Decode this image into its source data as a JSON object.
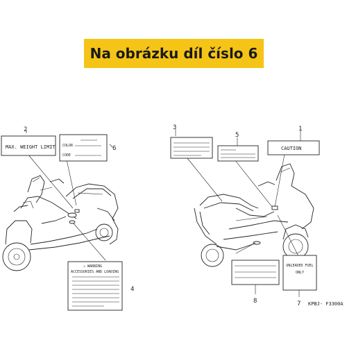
{
  "banner": {
    "title": "Na obrázku díl číslo 6"
  },
  "callouts": {
    "n1": "1",
    "n2": "2",
    "n3": "3",
    "n4": "4",
    "n5": "5",
    "n6": "6",
    "n7": "7",
    "n8": "8"
  },
  "labels": {
    "max_weight": "MAX. WEIGHT LIMIT",
    "color": "COLOR",
    "code": "CODE",
    "warning": "⚠ WARNING",
    "accessories_loading": "ACCESSORIES AND LOADING",
    "caution": "CAUTION",
    "unleaded_fuel_line1": "UNLEADED FUEL",
    "unleaded_fuel_line2": "ONLY"
  },
  "diagram_code": "KPBJ- F3300A",
  "colors": {
    "banner": "#f5c416",
    "line": "#222222"
  }
}
